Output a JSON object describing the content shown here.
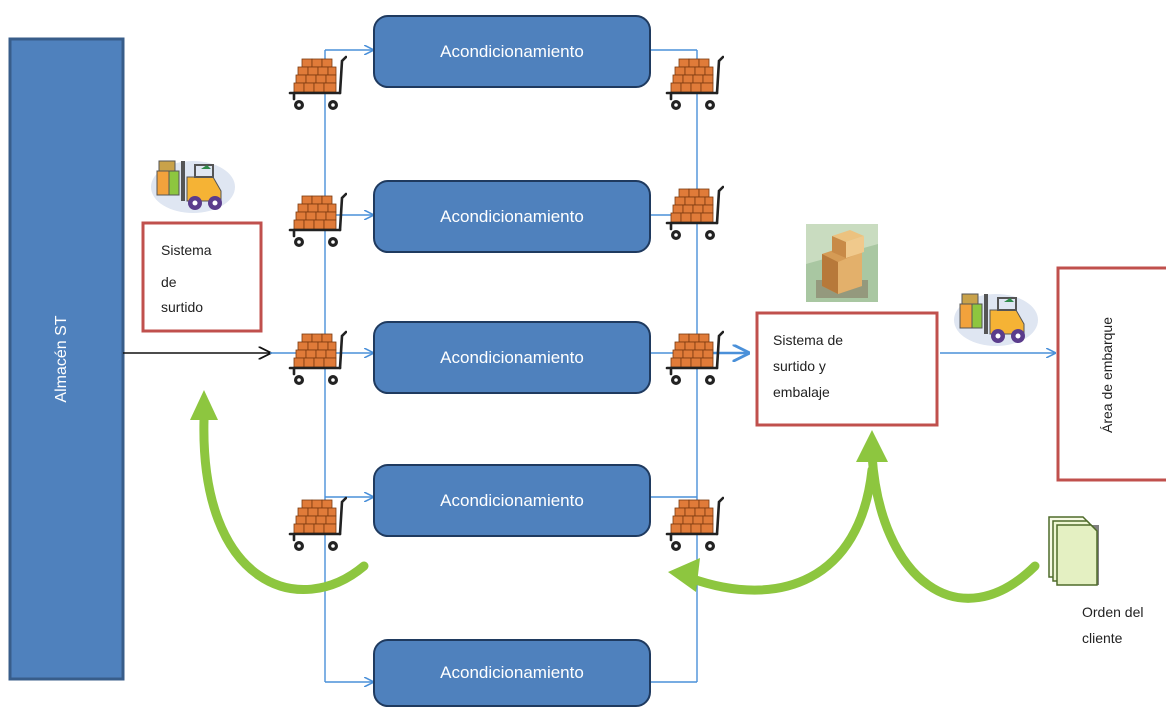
{
  "warehouse": {
    "label": "Almacén ST"
  },
  "picking_system": {
    "lines": [
      "Sistema",
      "de",
      "surtido"
    ]
  },
  "conditioning": {
    "label": "Acondicionamiento",
    "rows": [
      "Acondicionamiento",
      "Acondicionamiento",
      "Acondicionamiento",
      "Acondicionamiento",
      "Acondicionamiento"
    ]
  },
  "packing_system": {
    "lines": [
      "Sistema de",
      "surtido y",
      "embalaje"
    ]
  },
  "shipping_area": {
    "label": "Área de embarque"
  },
  "customer_order": {
    "lines": [
      "Orden del",
      "cliente"
    ]
  },
  "colors": {
    "warehouse_fill": "#4f81bd",
    "warehouse_stroke": "#385d8a",
    "box_fill": "#4f81bd",
    "box_stroke": "#1f3a5f",
    "red_border": "#c0504d",
    "connector": "#4a90d9",
    "green_arrow": "#8dc63f",
    "cart_box": "#e07b39",
    "cart_frame": "#222222"
  },
  "icons": [
    "hand-cart-icon",
    "forklift-icon",
    "boxes-icon",
    "documents-icon"
  ]
}
